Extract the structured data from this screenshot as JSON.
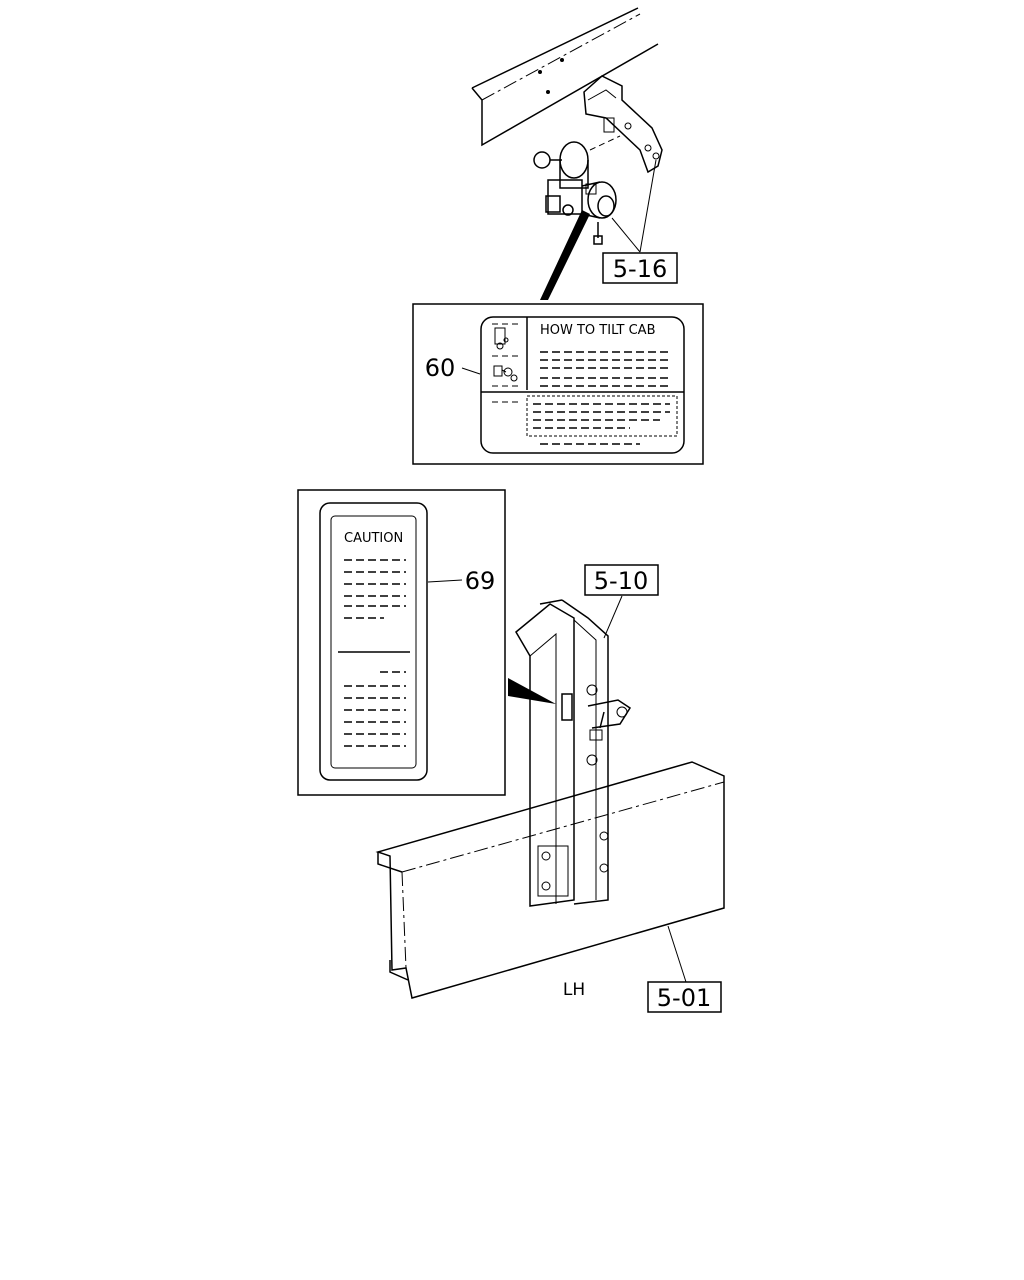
{
  "callouts": {
    "ref_516": "5-16",
    "ref_510": "5-10",
    "ref_501": "5-01",
    "item_60": "60",
    "item_69": "69"
  },
  "label_60": {
    "title": "HOW TO TILT CAB"
  },
  "label_69": {
    "title": "CAUTION"
  },
  "side_marker": "LH"
}
